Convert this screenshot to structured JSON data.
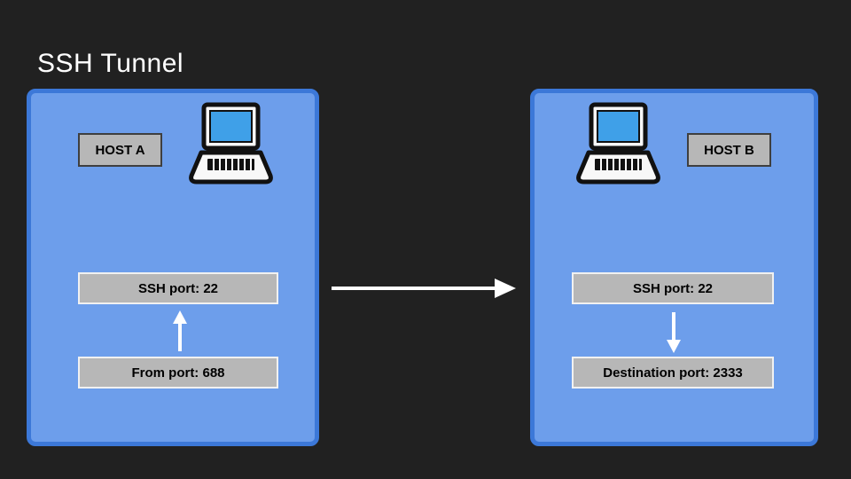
{
  "title": "SSH Tunnel",
  "colors": {
    "background": "#212121",
    "box_fill": "#6d9eeb",
    "box_border": "#3c78d8",
    "label_fill": "#b7b7b7",
    "arrow": "#ffffff",
    "laptop_screen": "#3fa0e8",
    "laptop_body": "#f8f8f8",
    "text": "#000000"
  },
  "host_a": {
    "label": "HOST A",
    "ssh_port_label": "SSH port: 22",
    "from_port_label": "From port: 688"
  },
  "host_b": {
    "label": "HOST B",
    "ssh_port_label": "SSH port: 22",
    "destination_port_label": "Destination port: 2333"
  }
}
